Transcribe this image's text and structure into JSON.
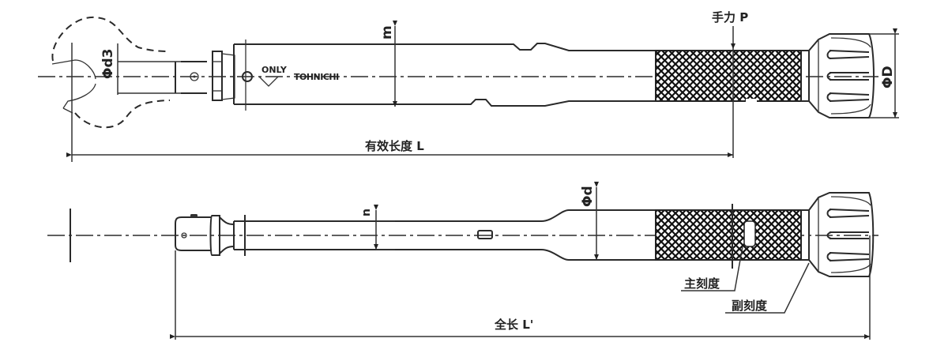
{
  "diagram": {
    "subject": "torque wrench dimension drawing",
    "colors": {
      "line": "#2a2a2a",
      "background": "#ffffff",
      "knurl": "#1a1a1a"
    },
    "top_view": {
      "labels": {
        "d3": "Φd3",
        "m": "m",
        "hand_force": "手力 P",
        "phi_D": "ΦD",
        "effective_length": "有效长度 L",
        "only_marking": "ONLY",
        "brand": "TOHNICHI"
      }
    },
    "bottom_view": {
      "labels": {
        "n": "n",
        "phi_d": "Φd",
        "main_scale": "主刻度",
        "sub_scale": "副刻度",
        "overall_length": "全长 L'"
      }
    }
  }
}
